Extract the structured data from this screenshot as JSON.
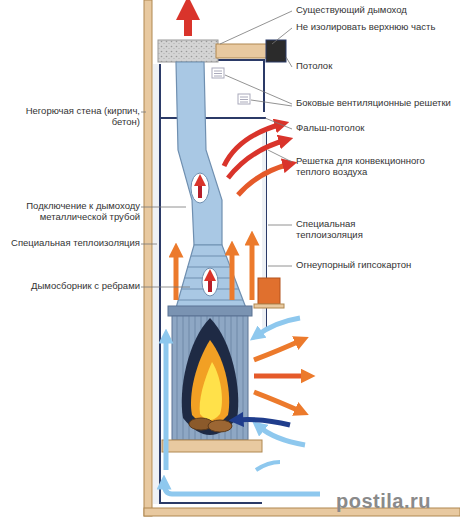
{
  "diagram": {
    "labels": [
      "Существующий дымоход",
      "Не изолировать верхнюю часть",
      "Потолок",
      "Боковые вентиляционные решетки",
      "Фальш-потолок",
      "Решетка для конвекционного теплого воздуха",
      "Специальная теплоизоляция",
      "Огнеупорный гипсокартон",
      "Негорючая стена (кирпич, бетон)",
      "Подключение к дымоходу металлической трубой",
      "Специальная теплоизоляция",
      "Дымосборник с ребрами",
      "postila.ru"
    ]
  }
}
